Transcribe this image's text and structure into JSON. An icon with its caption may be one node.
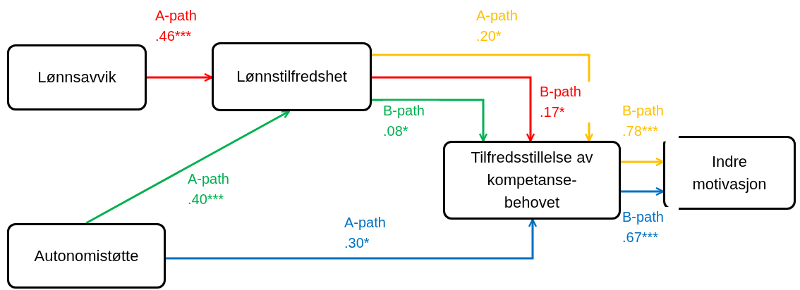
{
  "diagram": {
    "nodes": [
      {
        "text": [
          "Lønnsavvik"
        ]
      },
      {
        "text": [
          "Lønnstilfredshet"
        ]
      },
      {
        "text": [
          "Tilfredsstillelse av kompetanse-behovet"
        ]
      },
      {
        "text": [
          "Indre motivasjon"
        ]
      },
      {
        "text": [
          "Autonomistøtte"
        ]
      }
    ],
    "edges": [
      {
        "from": 0,
        "to": 1,
        "arrow": "to",
        "label": "A-path .46***",
        "color": "#ff0000"
      },
      {
        "from": 1,
        "to": 2,
        "arrow": "to",
        "label": "B-path .17*",
        "color": "#ff0000"
      },
      {
        "from": 1,
        "to": 2,
        "arrow": "to",
        "label": "B-path .08*",
        "color": "#00b050"
      },
      {
        "from": 1,
        "to": 2,
        "arrow": "to",
        "label": "A-path .20*",
        "color": "#ffc000"
      },
      {
        "from": 4,
        "to": 1,
        "arrow": "to",
        "label": "A-path .40***",
        "color": "#00b050"
      },
      {
        "from": 4,
        "to": 2,
        "arrow": "to",
        "label": "A-path .30*",
        "color": "#0070c0"
      },
      {
        "from": 2,
        "to": 3,
        "arrow": "to",
        "label": "B-path .78***",
        "color": "#ffc000"
      },
      {
        "from": 2,
        "to": 3,
        "arrow": "to",
        "label": "B-path .67***",
        "color": "#0070c0"
      }
    ]
  }
}
